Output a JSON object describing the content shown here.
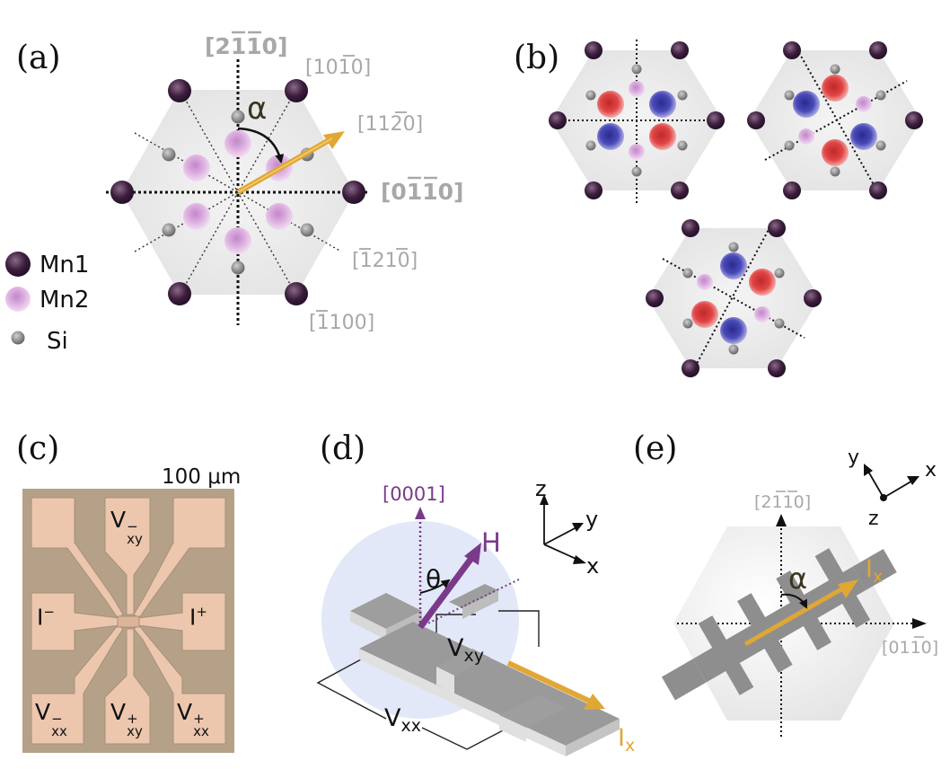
{
  "panels": {
    "a": "(a)",
    "b": "(b)",
    "c": "(c)",
    "d": "(d)",
    "e": "(e)"
  },
  "panel_a": {
    "dir_2110": "[2110]",
    "dir_1010": "[1010]",
    "dir_1120": "[1120]",
    "dir_0110": "[0110]",
    "dir_1210": "[1210]",
    "dir_1100": "[1100]",
    "alpha": "α"
  },
  "legend": {
    "mn1": "Mn1",
    "mn2": "Mn2",
    "si": "Si"
  },
  "panel_c": {
    "scale_bar": "100 μm",
    "pad_vxy_top": {
      "main": "V",
      "sup": "−",
      "sub": "xy"
    },
    "pad_i_minus": {
      "main": "I",
      "sup": "−"
    },
    "pad_i_plus": {
      "main": "I",
      "sup": "+"
    },
    "pad_vxx_minus": {
      "main": "V",
      "sup": "−",
      "sub": "xx"
    },
    "pad_vxy_plus": {
      "main": "V",
      "sup": "+",
      "sub": "xy"
    },
    "pad_vxx_plus": {
      "main": "V",
      "sup": "+",
      "sub": "xx"
    }
  },
  "panel_d": {
    "dir_0001": "[0001]",
    "theta": "θ",
    "field": "H",
    "axis_z": "z",
    "axis_y": "y",
    "axis_x": "x",
    "vxy": {
      "main": "V",
      "sub": "xy"
    },
    "vxx": {
      "main": "V",
      "sub": "xx"
    },
    "ix": {
      "main": "I",
      "sub": "x"
    }
  },
  "panel_e": {
    "dir_2110": "[2110]",
    "dir_0110": "[0110]",
    "alpha": "α",
    "ix": {
      "main": "I",
      "sub": "x"
    },
    "axis_y": "y",
    "axis_x": "x",
    "axis_z": "z"
  },
  "colors": {
    "mn1": "#3c1e3c",
    "mn2": "#d9a8dc",
    "si": "#7a7a7a",
    "red_site": "#e04545",
    "blue_site": "#4a4ab8",
    "gold_arrow": "#e0a735",
    "purple_field": "#7a3a8a",
    "gray_label": "#a8a8a8"
  }
}
